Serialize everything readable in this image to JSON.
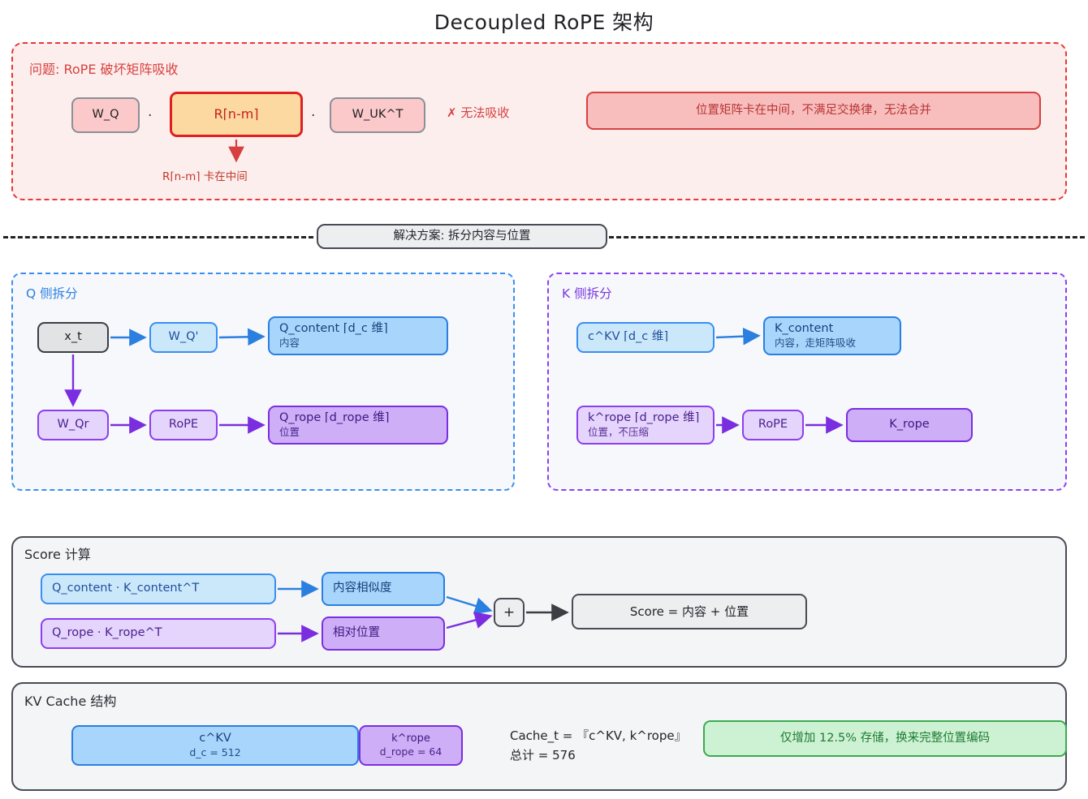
{
  "title": "Decoupled RoPE 架构",
  "problem": {
    "label": "问题: RoPE 破坏矩阵吸收",
    "w_q": "W_Q",
    "dot1": "·",
    "r_nm": "R⌈n-m⌉",
    "dot2": "·",
    "w_ukt": "W_UK^T",
    "no_absorb": "✗ 无法吸收",
    "warning": "位置矩阵卡在中间，不满足交换律，无法合并",
    "stuck_label": "R⌈n-m⌉ 卡在中间"
  },
  "solution": {
    "label": "解决方案: 拆分内容与位置"
  },
  "q_side": {
    "label": "Q 侧拆分",
    "x_t": "x_t",
    "w_q_prime": "W_Q'",
    "q_content_title": "Q_content ⌈d_c 维⌉",
    "q_content_sub": "内容",
    "w_qr": "W_Qr",
    "rope": "RoPE",
    "q_rope_title": "Q_rope ⌈d_rope 维⌉",
    "q_rope_sub": "位置"
  },
  "k_side": {
    "label": "K 侧拆分",
    "ckv": "c^KV ⌈d_c 维⌉",
    "k_content_title": "K_content",
    "k_content_sub": "内容，走矩阵吸收",
    "krope_in_title": "k^rope ⌈d_rope 维⌉",
    "krope_in_sub": "位置，不压缩",
    "rope": "RoPE",
    "k_rope": "K_rope"
  },
  "score": {
    "label": "Score 计算",
    "qc_kc": "Q_content · K_content^T",
    "qr_kr": "Q_rope · K_rope^T",
    "similarity": "内容相似度",
    "relative_position": "相对位置",
    "plus": "+",
    "output": "Score = 内容 + 位置"
  },
  "kv_cache": {
    "label": "KV Cache 结构",
    "bar_ckv_title": "c^KV",
    "bar_ckv_sub": "d_c = 512",
    "bar_krope_title": "k^rope",
    "bar_krope_sub": "d_rope = 64",
    "cache_line1": "Cache_t = 『c^KV, k^rope』",
    "cache_line2": "总计 = 576",
    "gain": "仅增加 12.5% 存储，换来完整位置编码"
  },
  "colors": {
    "red": "#e53935",
    "orange": "#fcd9a0",
    "blue": "#2a7fe0",
    "purple": "#7b2ee0",
    "green": "#3aaa50",
    "gray": "#4a4a55"
  }
}
